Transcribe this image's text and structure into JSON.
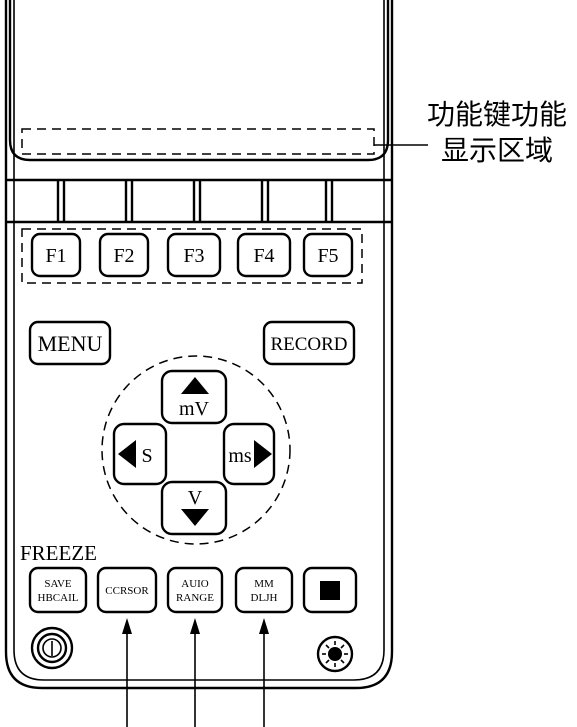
{
  "annotation": {
    "line1": "功能键功能",
    "line2": "显示区域"
  },
  "function_keys": [
    "F1",
    "F2",
    "F3",
    "F4",
    "F5"
  ],
  "buttons": {
    "menu": "MENU",
    "record": "RECORD"
  },
  "dpad": {
    "up": "mV",
    "down": "V",
    "left": "S",
    "right": "ms"
  },
  "freeze_label": "FREEZE",
  "bottom_keys": {
    "save": [
      "SAVE",
      "HBCAIL"
    ],
    "cursor": [
      "CCRSOR"
    ],
    "range": [
      "AUIO",
      "RANGE"
    ],
    "mm": [
      "MM",
      "DLJH"
    ],
    "stop": "■"
  }
}
